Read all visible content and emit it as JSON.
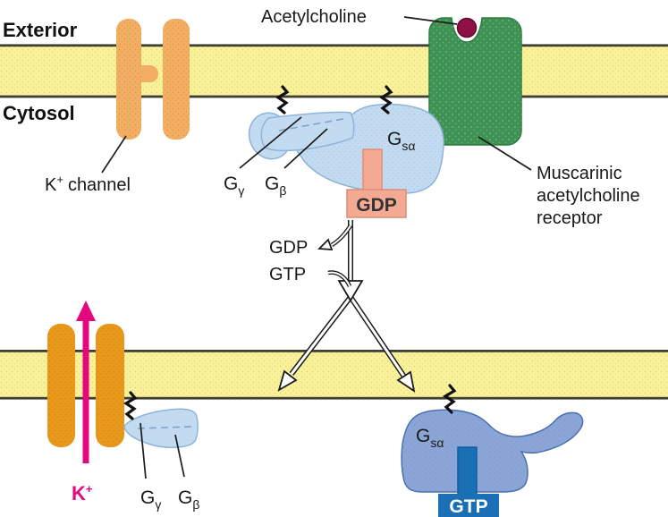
{
  "figure": {
    "type": "signal-transduction-diagram",
    "labels": {
      "exterior": "Exterior",
      "cytosol": "Cytosol",
      "acetylcholine": "Acetylcholine",
      "k_channel": {
        "base": "K",
        "sup": "+",
        "rest": "channel"
      },
      "receptor": {
        "line1": "Muscarinic",
        "line2": "acetylcholine",
        "line3": "receptor"
      },
      "g_gamma": {
        "base": "G",
        "sub": "γ"
      },
      "g_beta": {
        "base": "G",
        "sub": "β"
      },
      "g_s_alpha": {
        "base": "G",
        "sub": "sα"
      },
      "gdp_released": "GDP",
      "gtp_incoming": "GTP",
      "gdp_bound": "GDP",
      "gtp_bound": "GTP",
      "k_ion": {
        "base": "K",
        "sup": "+"
      }
    },
    "colors": {
      "membrane_fill": "#FAF29B",
      "membrane_border": "#3F3F33",
      "channel_closed": "#F2AE63",
      "channel_open": "#E8991C",
      "g_protein_inactive": "#C3DBF1",
      "g_protein_active": "#8BA6D6",
      "gdp_box": "#F4A993",
      "gtp_box": "#1B6FB5",
      "receptor_green": "#3E9254",
      "acetylcholine_dot": "#8E1144",
      "k_arrow": "#E5077E"
    }
  }
}
